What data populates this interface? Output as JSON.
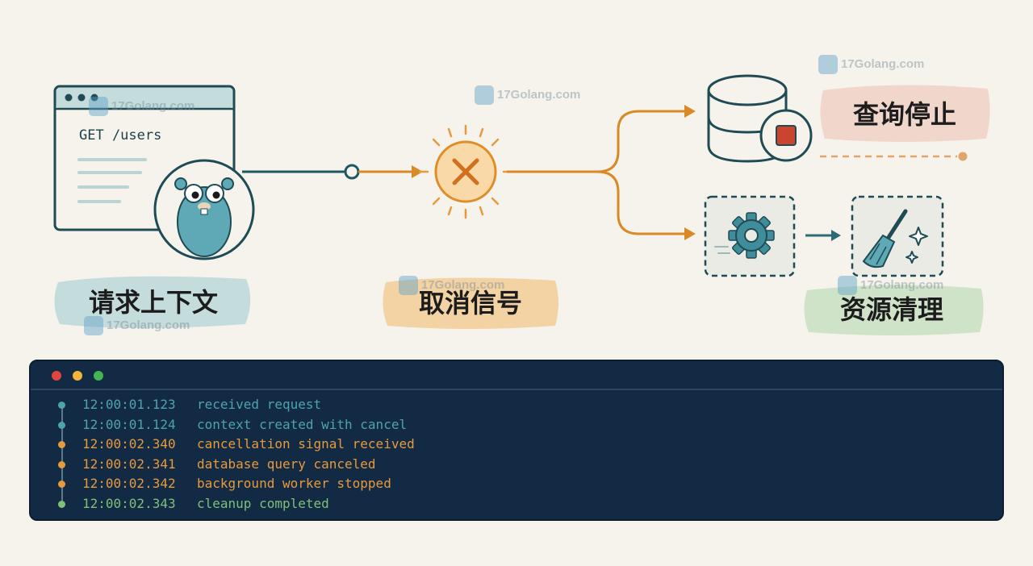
{
  "request": {
    "request_line": "GET /users",
    "label": "请求上下文"
  },
  "signal": {
    "label": "取消信号"
  },
  "branches": {
    "query_stop_label": "查询停止",
    "cleanup_label": "资源清理"
  },
  "watermark": {
    "text": "17Golang.com"
  },
  "terminal": {
    "window_dots": [
      "#e0463c",
      "#f1b63a",
      "#45b554"
    ],
    "logs": [
      {
        "time": "12:00:01.123",
        "message": "received request",
        "color": "#4ea3ad"
      },
      {
        "time": "12:00:01.124",
        "message": "context created with cancel",
        "color": "#4ea3ad"
      },
      {
        "time": "12:00:02.340",
        "message": "cancellation signal received",
        "color": "#e69a3e"
      },
      {
        "time": "12:00:02.341",
        "message": "database query canceled",
        "color": "#e69a3e"
      },
      {
        "time": "12:00:02.342",
        "message": "background worker stopped",
        "color": "#e69a3e"
      },
      {
        "time": "12:00:02.343",
        "message": "cleanup completed",
        "color": "#7ec07a"
      }
    ]
  },
  "colors": {
    "teal": "#1f5763",
    "orange": "#d98a26",
    "red_stop": "#c9452f",
    "brush_teal": "#c5dcdc",
    "brush_orange": "#f3d3a4",
    "brush_pink": "#f1d6cc",
    "brush_green": "#cfe3c8"
  }
}
